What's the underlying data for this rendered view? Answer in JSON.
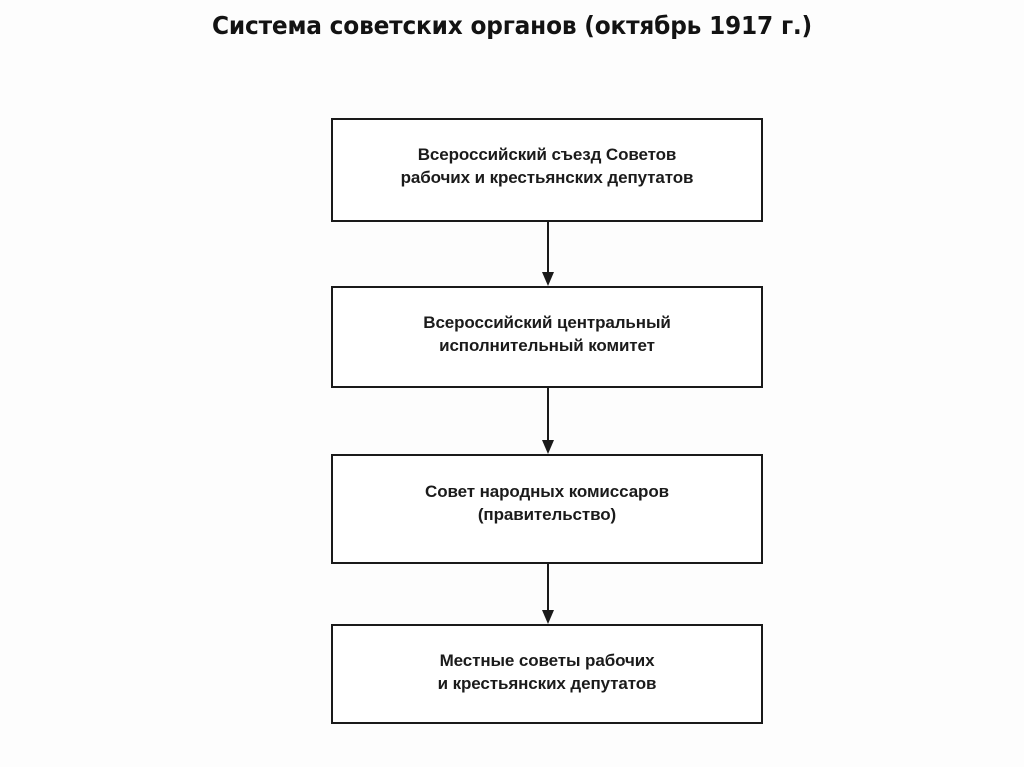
{
  "page": {
    "title": "Система советских органов (октябрь 1917 г.)",
    "background_color": "#fdfdfd",
    "ink_color": "#1a1a1a"
  },
  "chart_data": {
    "type": "diagram",
    "subtype": "vertical-flowchart",
    "title": "Система советских органов (октябрь 1917 г.)",
    "orientation": "top-to-bottom",
    "nodes": [
      {
        "id": "node-1",
        "label": "Всероссийский съезд Советов\nрабочих и крестьянских депутатов",
        "line1": "Всероссийский съезд Советов",
        "line2": "рабочих и крестьянских депутатов"
      },
      {
        "id": "node-2",
        "label": "Всероссийский центральный\nисполнительный комитет",
        "line1": "Всероссийский центральный",
        "line2": "исполнительный комитет"
      },
      {
        "id": "node-3",
        "label": "Совет народных комиссаров\n(правительство)",
        "line1": "Совет народных комиссаров",
        "line2": "(правительство)"
      },
      {
        "id": "node-4",
        "label": "Местные советы рабочих\nи крестьянских депутатов",
        "line1": "Местные советы рабочих",
        "line2": "и крестьянских депутатов"
      }
    ],
    "edges": [
      {
        "id": "connector-1",
        "from": "node-1",
        "to": "node-2",
        "style": "solid-arrow-down"
      },
      {
        "id": "connector-2",
        "from": "node-2",
        "to": "node-3",
        "style": "solid-arrow-down"
      },
      {
        "id": "connector-3",
        "from": "node-3",
        "to": "node-4",
        "style": "solid-arrow-down"
      }
    ]
  }
}
